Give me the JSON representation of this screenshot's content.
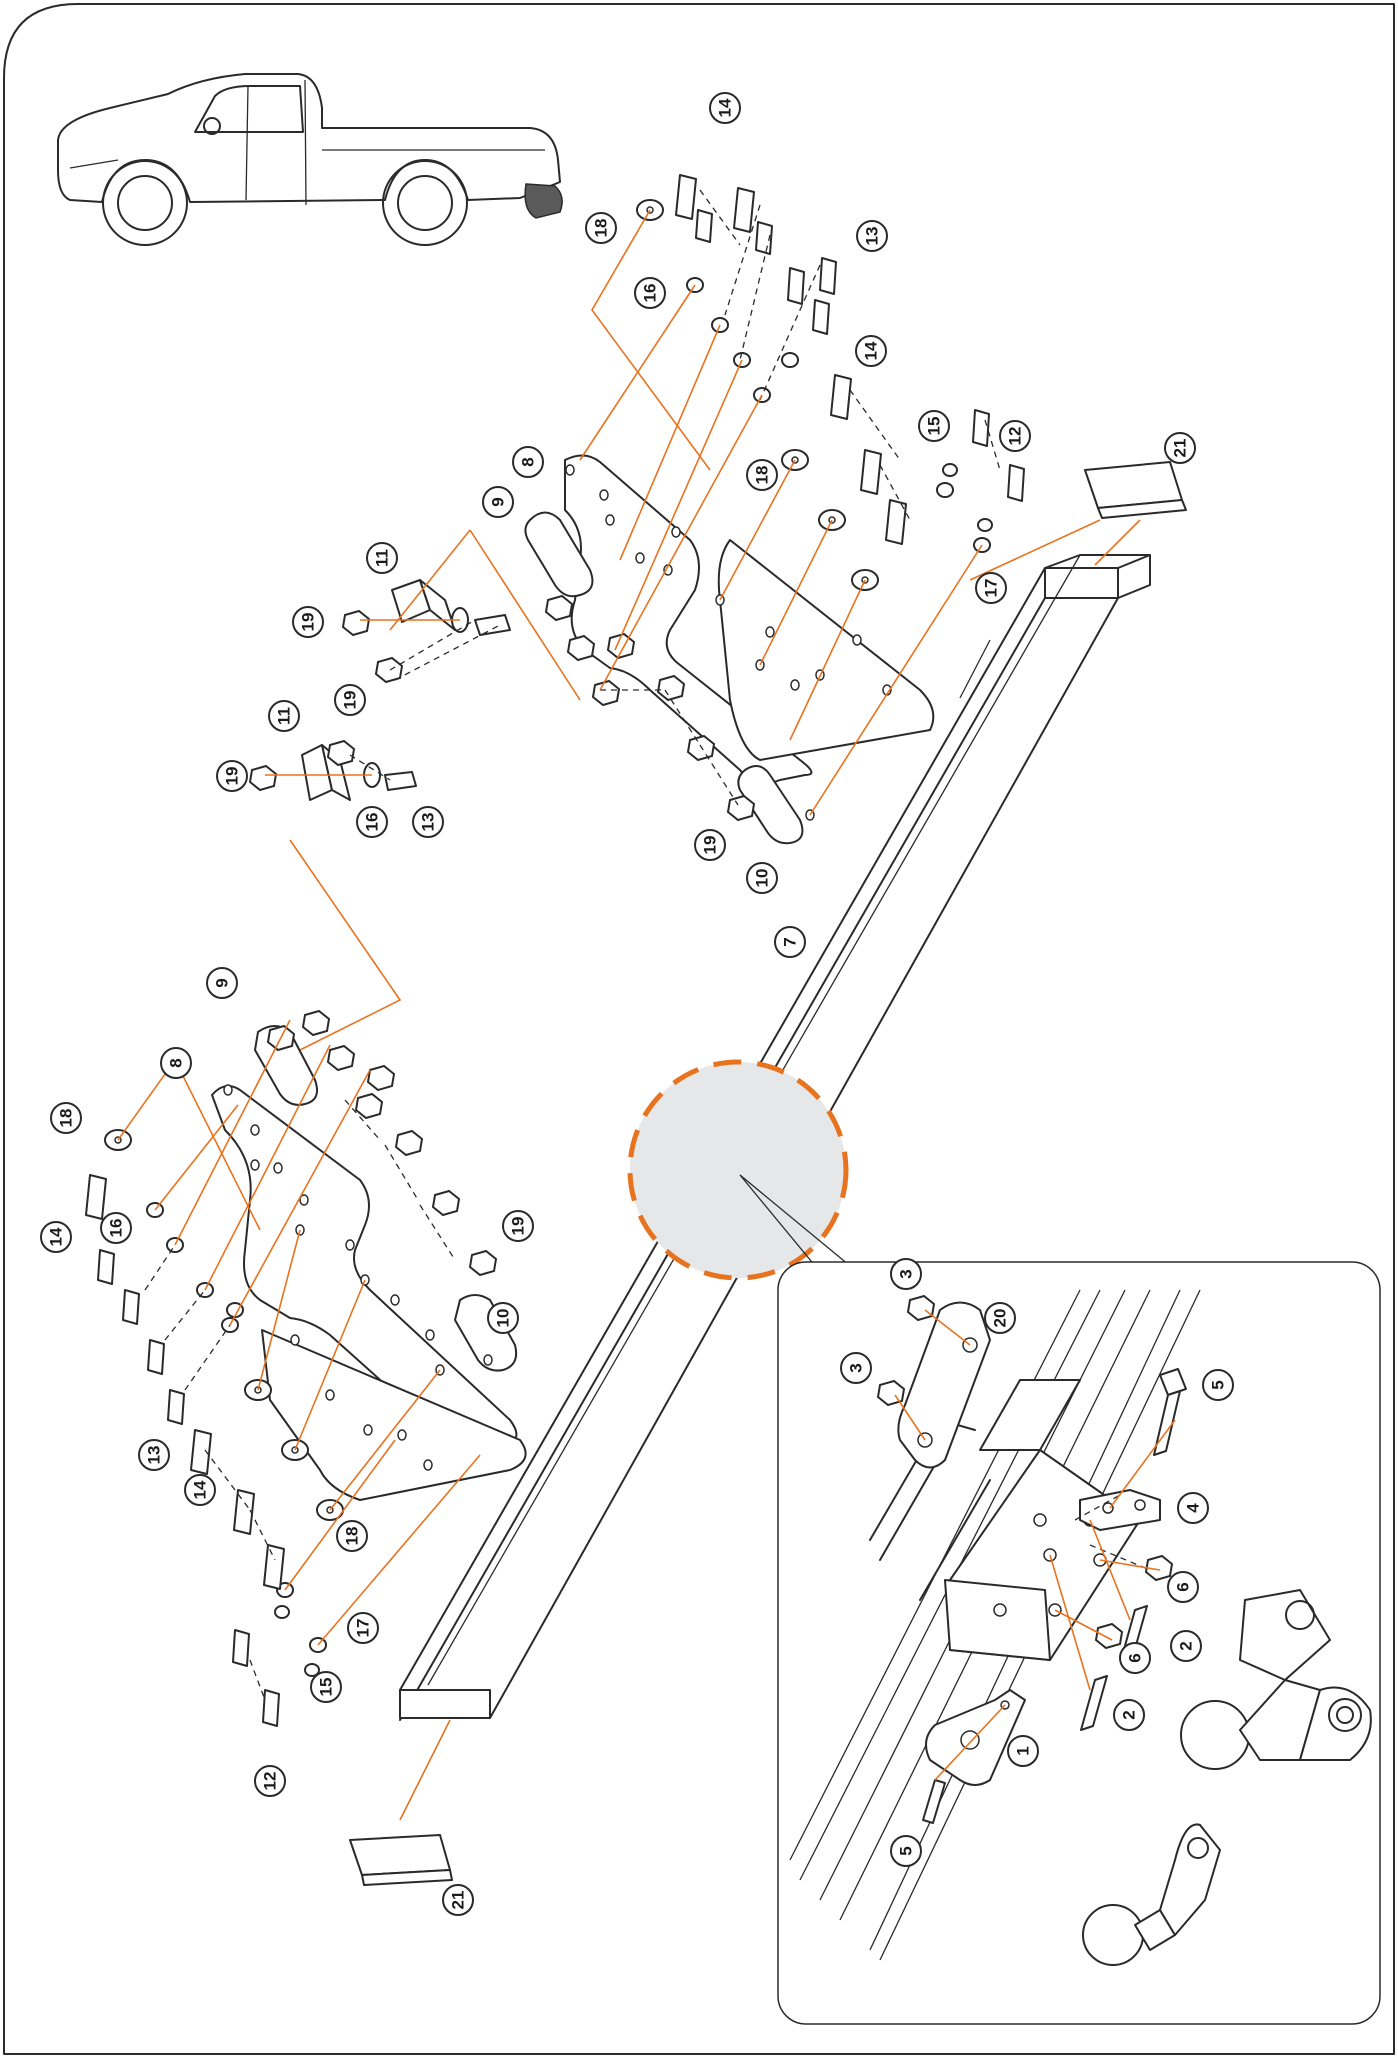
{
  "colors": {
    "stroke": "#2a2a2a",
    "leader": "#e8731f",
    "callout_dash": "#e8731f",
    "zoom_fill": "#e6e7e8",
    "background": "#ffffff"
  },
  "vehicle_icon": "pickup-truck-extended-cab",
  "callouts": {
    "c1": "1",
    "c2a": "2",
    "c2b": "2",
    "c3a": "3",
    "c3b": "3",
    "c4": "4",
    "c5a": "5",
    "c5b": "5",
    "c6a": "6",
    "c6b": "6",
    "c7": "7",
    "c8a": "8",
    "c8b": "8",
    "c9a": "9",
    "c9b": "9",
    "c10a": "10",
    "c10b": "10",
    "c11a": "11",
    "c11b": "11",
    "c12a": "12",
    "c12b": "12",
    "c13a": "13",
    "c13b": "13",
    "c13c": "13",
    "c14a": "14",
    "c14b": "14",
    "c14c": "14",
    "c15a": "15",
    "c15b": "15",
    "c16a": "16",
    "c16b": "16",
    "c16c": "16",
    "c17a": "17",
    "c17b": "17",
    "c18a": "18",
    "c18b": "18",
    "c18c": "18",
    "c19a": "19",
    "c19b": "19",
    "c19c": "19",
    "c19d": "19",
    "c19e": "19",
    "c20": "20",
    "c21a": "21",
    "c21b": "21"
  }
}
